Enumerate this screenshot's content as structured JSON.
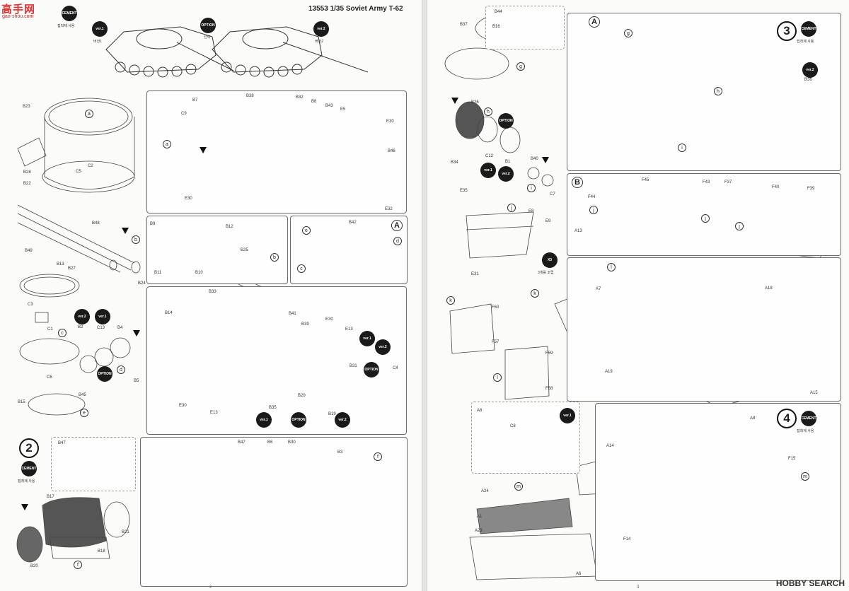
{
  "header": {
    "title": "13553 1/35 Soviet Army T-62",
    "page_left": "2",
    "page_right": "3"
  },
  "watermarks": {
    "top_left": "高手网",
    "top_left_sub": "gao-shou.com",
    "bottom_right": "HOBBY SEARCH"
  },
  "steps": {
    "s2": "2",
    "s3": "3",
    "s4": "4"
  },
  "subs": {
    "A": "A",
    "B": "B"
  },
  "badges": {
    "cement": "CEMENT",
    "cement_caption": "접착제 사용",
    "option": "OPTION",
    "option_caption": "선택",
    "ver1": "ver.1",
    "ver1_caption": "버전1",
    "ver2": "ver.2",
    "ver2_caption": "버전2",
    "x3": "X3",
    "x3_caption": "3개를 조립"
  },
  "letters": {
    "a": "a",
    "b": "b",
    "c": "c",
    "d": "d",
    "e": "e",
    "f": "f",
    "g": "g",
    "h": "h",
    "i": "i",
    "j": "j",
    "k": "k",
    "l": "l",
    "m": "m"
  },
  "parts_left": {
    "B23": "B23",
    "B28": "B28",
    "B22": "B22",
    "C5": "C5",
    "C2": "C2",
    "B7": "B7",
    "B38": "B38",
    "B32": "B32",
    "B8": "B8",
    "B43": "B43",
    "E5": "E5",
    "E30": "E30",
    "B46": "B46",
    "C9": "C9",
    "E32": "E32",
    "B48": "B48",
    "B49": "B49",
    "B24": "B24",
    "B9": "B9",
    "B12": "B12",
    "B11": "B11",
    "B10": "B10",
    "B25": "B25",
    "B42": "B42",
    "B13": "B13",
    "B27": "B27",
    "C3": "C3",
    "C1": "C1",
    "B2": "B2",
    "C13": "C13",
    "B4": "B4",
    "B5": "B5",
    "C6": "C6",
    "B45": "B45",
    "B15": "B15",
    "B33": "B33",
    "B14": "B14",
    "B41": "B41",
    "B39": "B39",
    "E13": "E13",
    "B31": "B31",
    "C4": "C4",
    "B29": "B29",
    "B35": "B35",
    "B19": "B19",
    "B47": "B47",
    "B6": "B6",
    "B30": "B30",
    "B3": "B3",
    "B17": "B17",
    "B21": "B21",
    "B18": "B18",
    "B20": "B20"
  },
  "parts_right": {
    "B44": "B44",
    "B37": "B37",
    "B16": "B16",
    "B36": "B36",
    "B26": "B26",
    "C12": "C12",
    "B1": "B1",
    "B40": "B40",
    "C7": "C7",
    "B34": "B34",
    "F44": "F44",
    "F45": "F45",
    "F43": "F43",
    "F37": "F37",
    "F40": "F40",
    "F39": "F39",
    "A13": "A13",
    "E35": "E35",
    "E8": "E8",
    "E9": "E9",
    "E31": "E31",
    "F60": "F60",
    "F57": "F57",
    "F59": "F59",
    "F58": "F58",
    "A7": "A7",
    "A18": "A18",
    "A19": "A19",
    "A15": "A15",
    "A8": "A8",
    "C8": "C8",
    "A14": "A14",
    "F15": "F15",
    "A24": "A24",
    "A1": "A1",
    "A23": "A23",
    "A6": "A6",
    "F14": "F14"
  }
}
